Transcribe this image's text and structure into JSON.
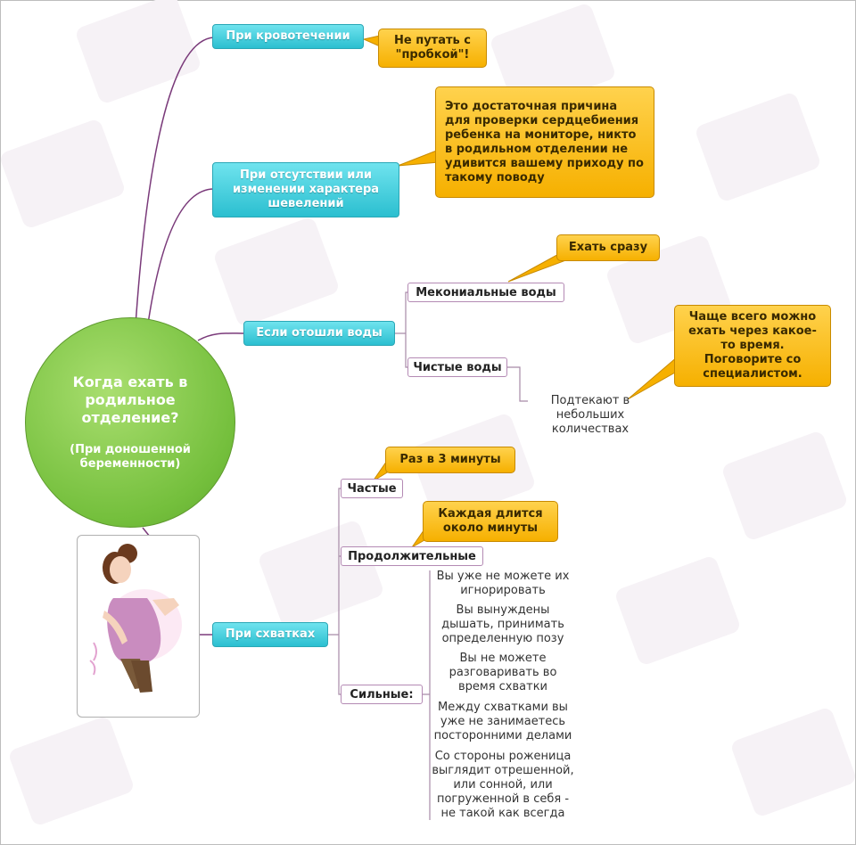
{
  "center": {
    "title": "Когда ехать в родильное отделение?",
    "subtitle": "(При доношенной беременности)"
  },
  "branches": {
    "bleeding": {
      "label": "При кровотечении",
      "callout": "Не путать с \"пробкой\"!"
    },
    "movement": {
      "label": "При отсутствии или изменении характера шевелений",
      "callout": "Это достаточная причина для проверки сердцебиения ребенка на мониторе, никто в родильном отделении не удивится вашему приходу по такому поводу"
    },
    "waters": {
      "label": "Если отошли воды",
      "meconial": {
        "label": "Мекониальные воды",
        "callout": "Ехать сразу"
      },
      "clear": {
        "label": "Чистые воды",
        "note": "Подтекают в небольших количествах",
        "callout": "Чаще всего можно ехать через какое-то время. Поговорите со специалистом."
      }
    },
    "contractions": {
      "label": "При схватках",
      "frequent": {
        "label": "Частые",
        "callout": "Раз в 3 минуты"
      },
      "long": {
        "label": "Продолжительные",
        "callout": "Каждая длится около минуты"
      },
      "strong": {
        "label": "Сильные:",
        "notes": [
          "Вы уже не можете их игнорировать",
          "Вы вынуждены дышать, принимать определенную позу",
          "Вы не можете разговаривать во время схватки",
          "Между схватками вы уже не занимаетесь посторонними делами",
          "Со стороны роженица выглядит отрешенной, или сонной, или погруженной в себя - не такой как всегда"
        ]
      }
    }
  },
  "colors": {
    "teal": "#2bbfd0",
    "yellow": "#f6b000",
    "green": "#74bf3c",
    "line": "#7a3a7a"
  }
}
